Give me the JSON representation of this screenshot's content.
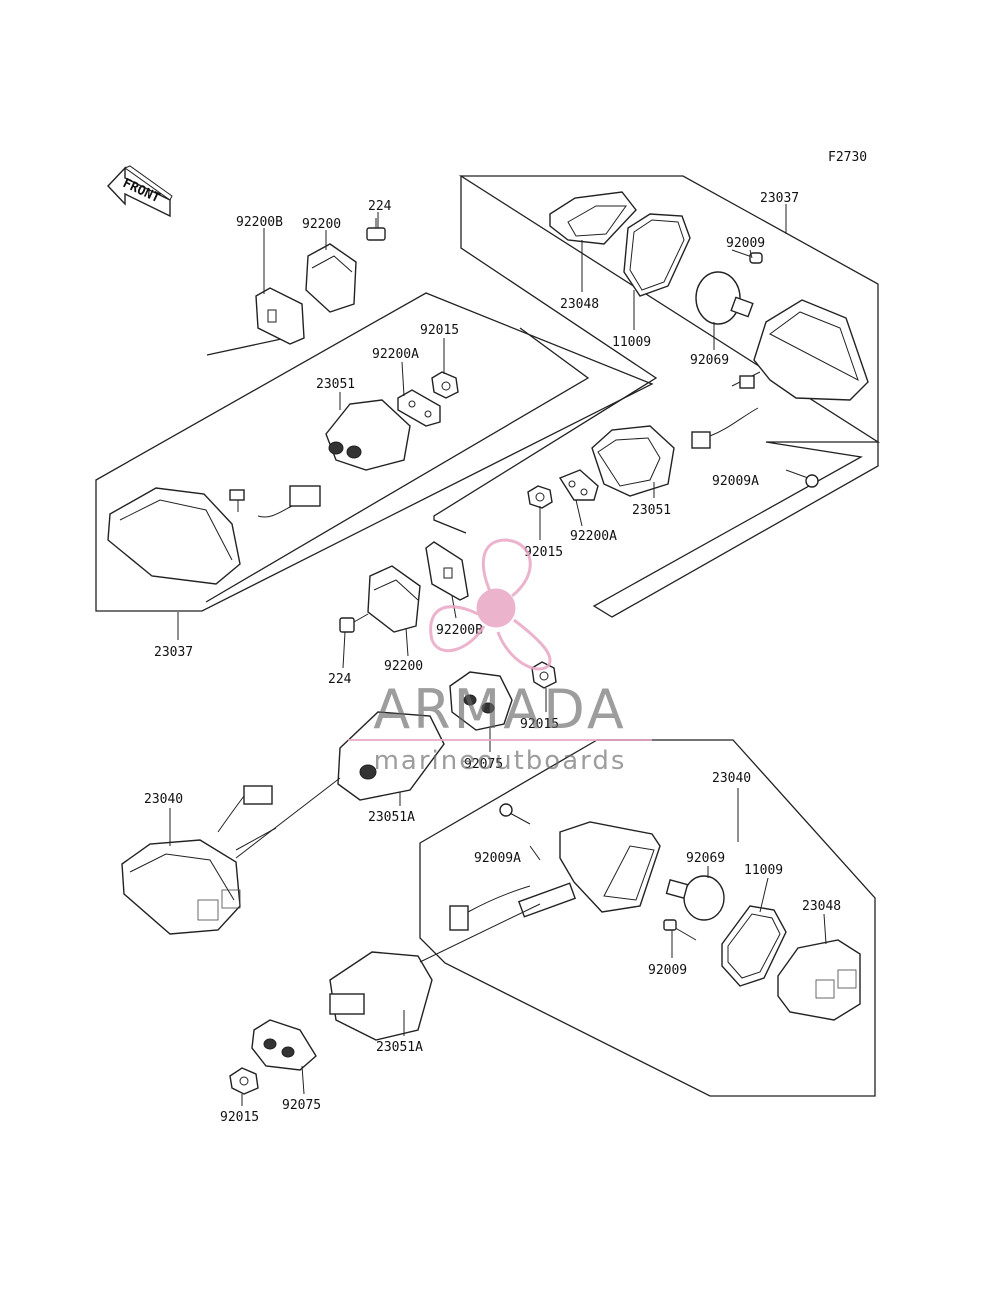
{
  "figure_code": "F2730",
  "front_label": "FRONT",
  "labels": {
    "l23037_top": "23037",
    "l92009_top": "92009",
    "l23048_top": "23048",
    "l11009_top": "11009",
    "l92069_top": "92069",
    "l92009A_top": "92009A",
    "l23051_right": "23051",
    "l92200A_right": "92200A",
    "l92015_mid": "92015",
    "l92200B_mid": "92200B",
    "l92200_mid": "92200",
    "l224_mid": "224",
    "l224_top": "224",
    "l92200_top": "92200",
    "l92200B_top": "92200B",
    "l92015_top": "92015",
    "l92200A_left": "92200A",
    "l23051_left": "23051",
    "l23037_left": "23037",
    "l92015_lower": "92015",
    "l92075_mid": "92075",
    "l23051A_mid": "23051A",
    "l23040_left": "23040",
    "l23040_right": "23040",
    "l92009A_bot": "92009A",
    "l92069_bot": "92069",
    "l11009_bot": "11009",
    "l23048_bot": "23048",
    "l92009_bot": "92009",
    "l23051A_bot": "23051A",
    "l92015_bot": "92015",
    "l92075_bot": "92075"
  },
  "watermark": {
    "brand": "ARMADA",
    "tagline": "marineoutboards",
    "color": "#e8a6c4",
    "text_color": "#555555"
  }
}
